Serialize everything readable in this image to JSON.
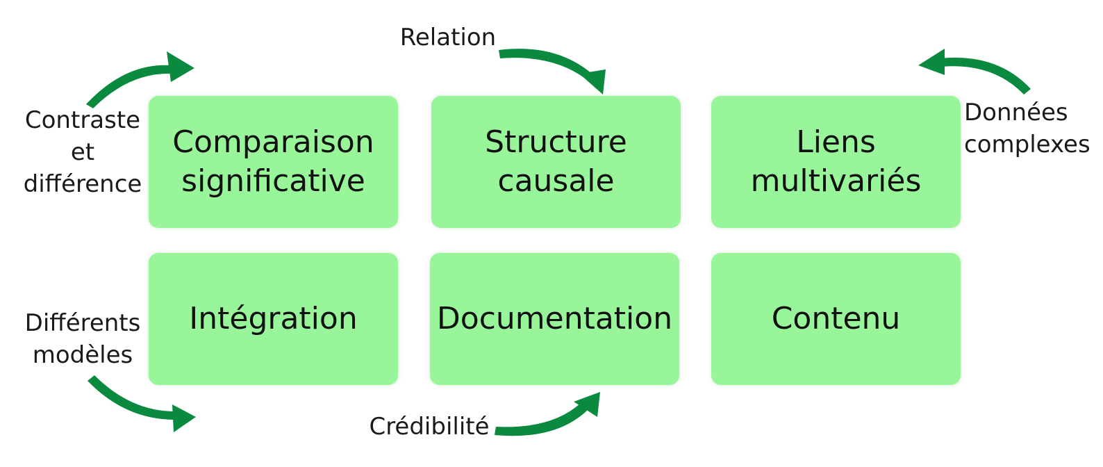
{
  "colors": {
    "box_fill": "#98f59a",
    "arrow": "#0a8a3e",
    "text": "#111111",
    "background": "#ffffff"
  },
  "boxes": [
    {
      "lines": [
        "Comparaison",
        "significative"
      ]
    },
    {
      "lines": [
        "Structure",
        "causale"
      ]
    },
    {
      "lines": [
        "Liens",
        "multivariés"
      ]
    },
    {
      "lines": [
        "Intégration"
      ]
    },
    {
      "lines": [
        "Documentation"
      ]
    },
    {
      "lines": [
        "Contenu"
      ]
    }
  ],
  "labels": {
    "contrast": [
      "Contraste",
      "et",
      "différence"
    ],
    "relation": [
      "Relation"
    ],
    "donnees": [
      "Données",
      "complexes"
    ],
    "modeles": [
      "Différents",
      "modèles"
    ],
    "credibilite": [
      "Crédibilité"
    ]
  },
  "arrows": [
    {
      "name": "arrow-contrast",
      "icon": "curved-arrow-right"
    },
    {
      "name": "arrow-relation",
      "icon": "curved-arrow-down"
    },
    {
      "name": "arrow-donnees",
      "icon": "curved-arrow-left"
    },
    {
      "name": "arrow-modeles",
      "icon": "curved-arrow-right"
    },
    {
      "name": "arrow-credibilite",
      "icon": "curved-arrow-up"
    }
  ]
}
